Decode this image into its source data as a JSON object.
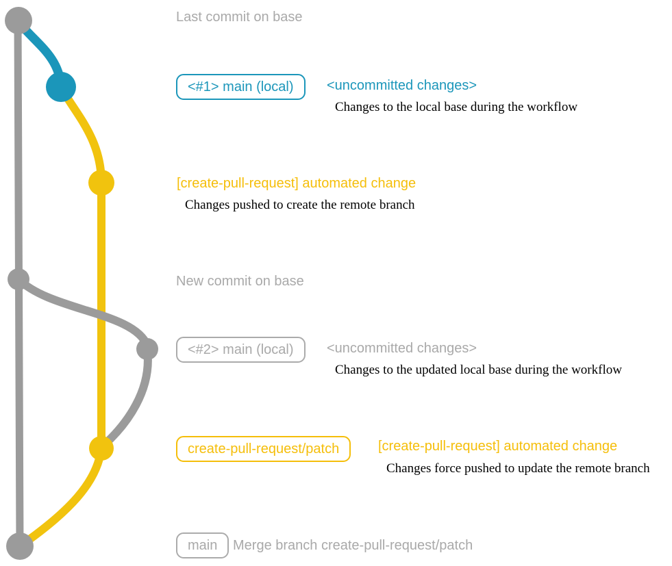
{
  "colors": {
    "teal": "#1b96ba",
    "yellow_graph": "#f1c30e",
    "yellow_text": "#f5be0a",
    "gray_graph": "#9b9b9b",
    "gray_text": "#a9a9a9",
    "description_text": "#000000"
  },
  "graph": {
    "commits": [
      {
        "node": "commit-node-last-base",
        "color": "gray"
      },
      {
        "node": "commit-node-main-local-1",
        "color": "teal"
      },
      {
        "node": "commit-node-automated-change-1",
        "color": "yellow"
      },
      {
        "node": "commit-node-new-base",
        "color": "gray"
      },
      {
        "node": "commit-node-main-local-2",
        "color": "gray"
      },
      {
        "node": "commit-node-automated-change-2",
        "color": "yellow"
      },
      {
        "node": "commit-node-merge",
        "color": "gray"
      }
    ]
  },
  "annotations": [
    {
      "title": "Last commit on base"
    },
    {
      "badge": "<#1> main (local)",
      "heading": "<uncommitted changes>",
      "description": "Changes to the local base during the workflow"
    },
    {
      "heading": "[create-pull-request] automated change",
      "description": "Changes pushed to create the remote branch"
    },
    {
      "title": "New commit on base"
    },
    {
      "badge": "<#2> main (local)",
      "heading": "<uncommitted changes>",
      "description": "Changes to the updated local base during the workflow"
    },
    {
      "badge": "create-pull-request/patch",
      "heading": "[create-pull-request] automated change",
      "description": "Changes force pushed to update the remote branch"
    },
    {
      "badge": "main",
      "heading": "Merge branch create-pull-request/patch"
    }
  ]
}
